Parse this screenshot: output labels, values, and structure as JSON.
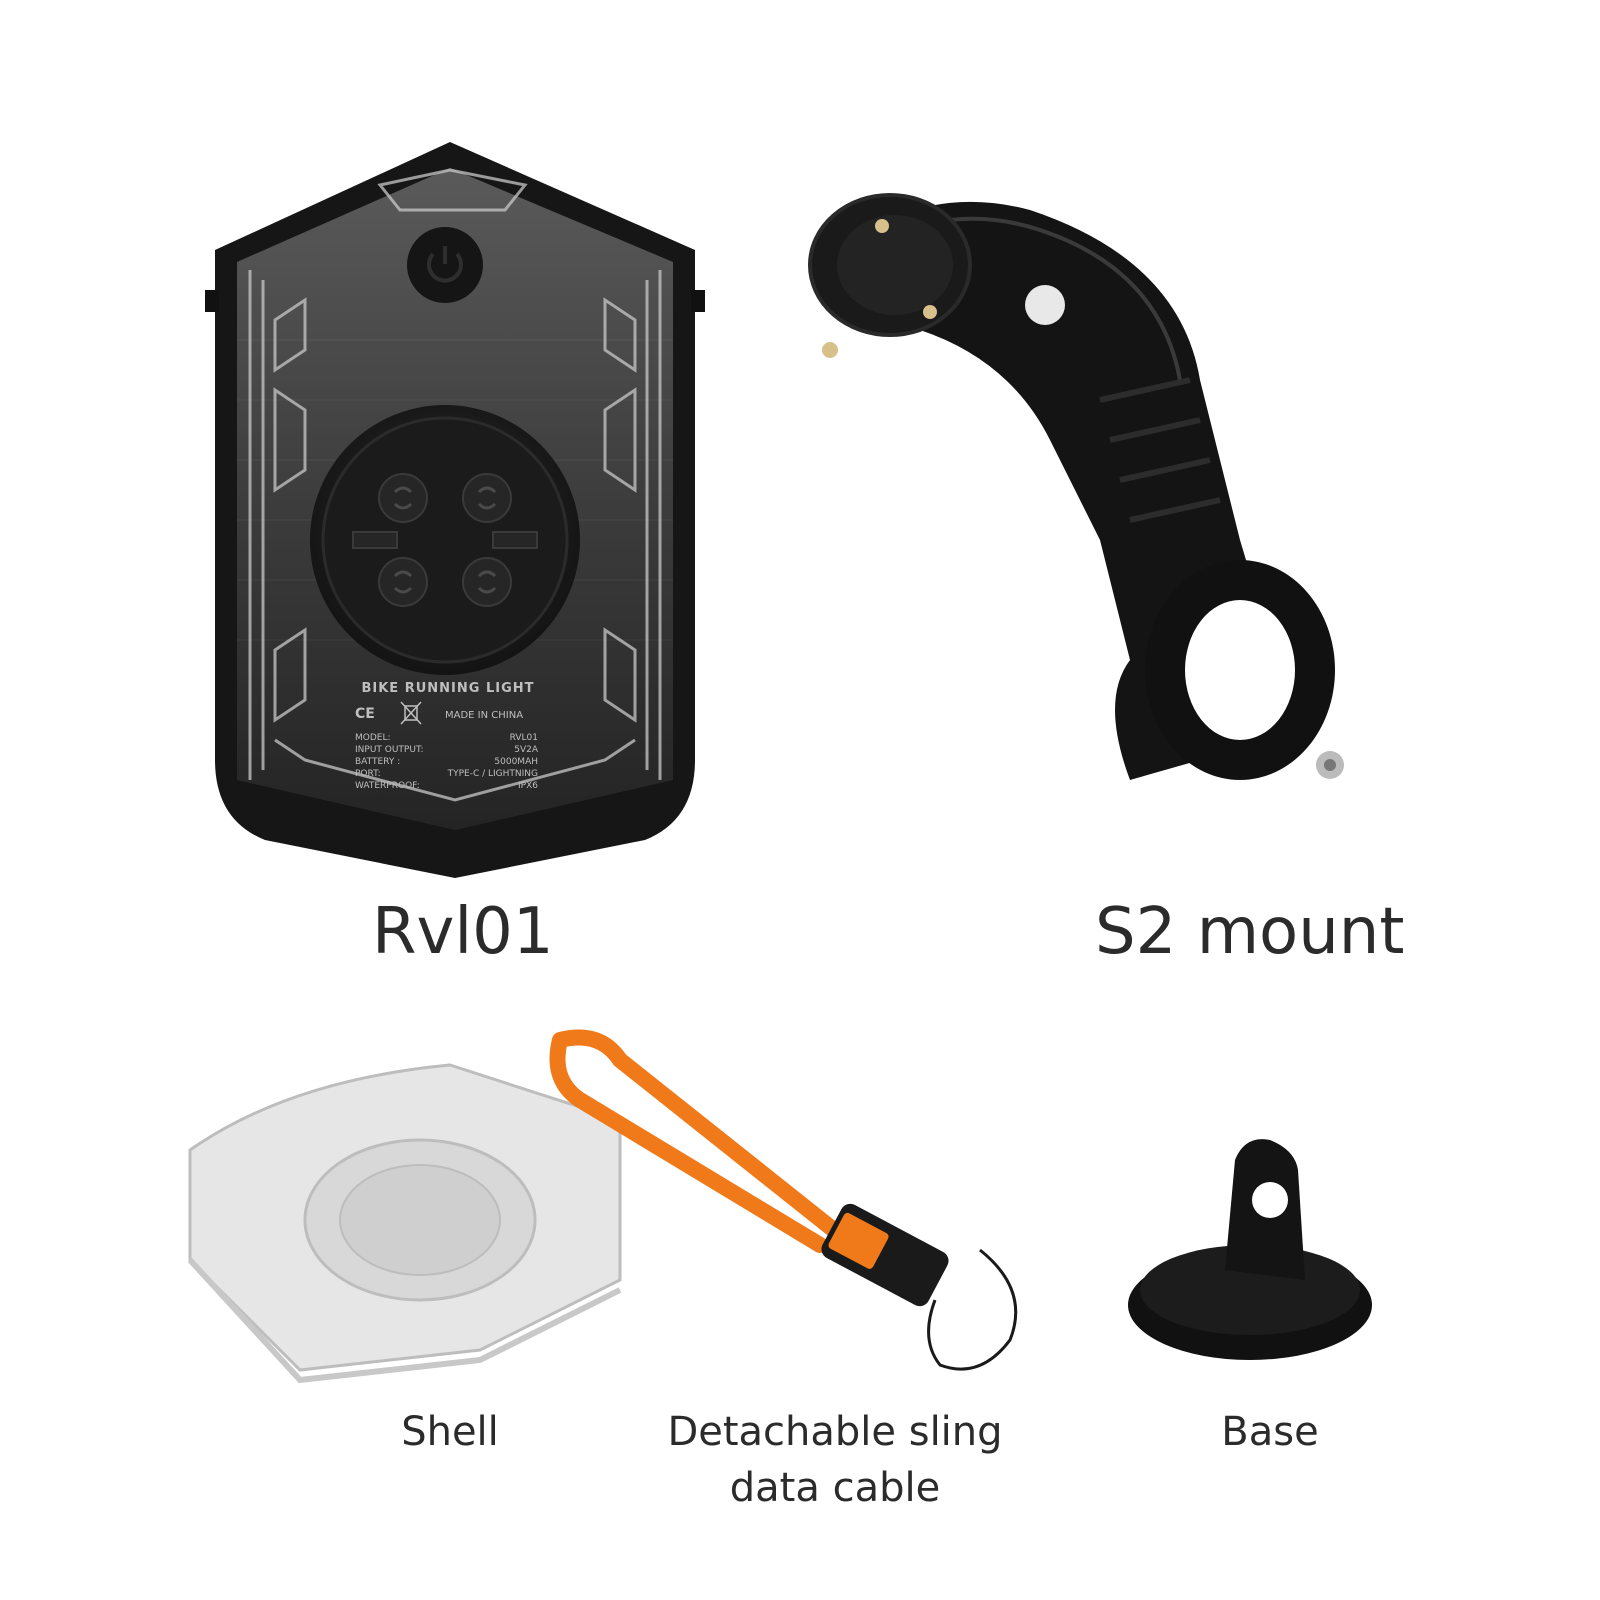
{
  "device": {
    "title": "BIKE RUNNING LIGHT",
    "ce_mark": "CE",
    "origin": "MADE IN CHINA",
    "specs": [
      {
        "label": "MODEL:",
        "value": "RVL01"
      },
      {
        "label": "INPUT OUTPUT:",
        "value": "5V2A"
      },
      {
        "label": "BATTERY :",
        "value": "5000MAH"
      },
      {
        "label": "PORT:",
        "value": "TYPE-C / LIGHTNING"
      },
      {
        "label": "WATERPROOF:",
        "value": "IPX6"
      }
    ],
    "power_icon": "power-icon"
  },
  "captions": {
    "rvl01": "Rvl01",
    "s2_mount": "S2 mount",
    "shell": "Shell",
    "cable_line1": "Detachable sling",
    "cable_line2": "data cable",
    "base": "Base"
  },
  "colors": {
    "background": "#ffffff",
    "device_body": "#1a1a1a",
    "cable_orange": "#f07a1a",
    "caption_text": "#2b2b2b"
  }
}
